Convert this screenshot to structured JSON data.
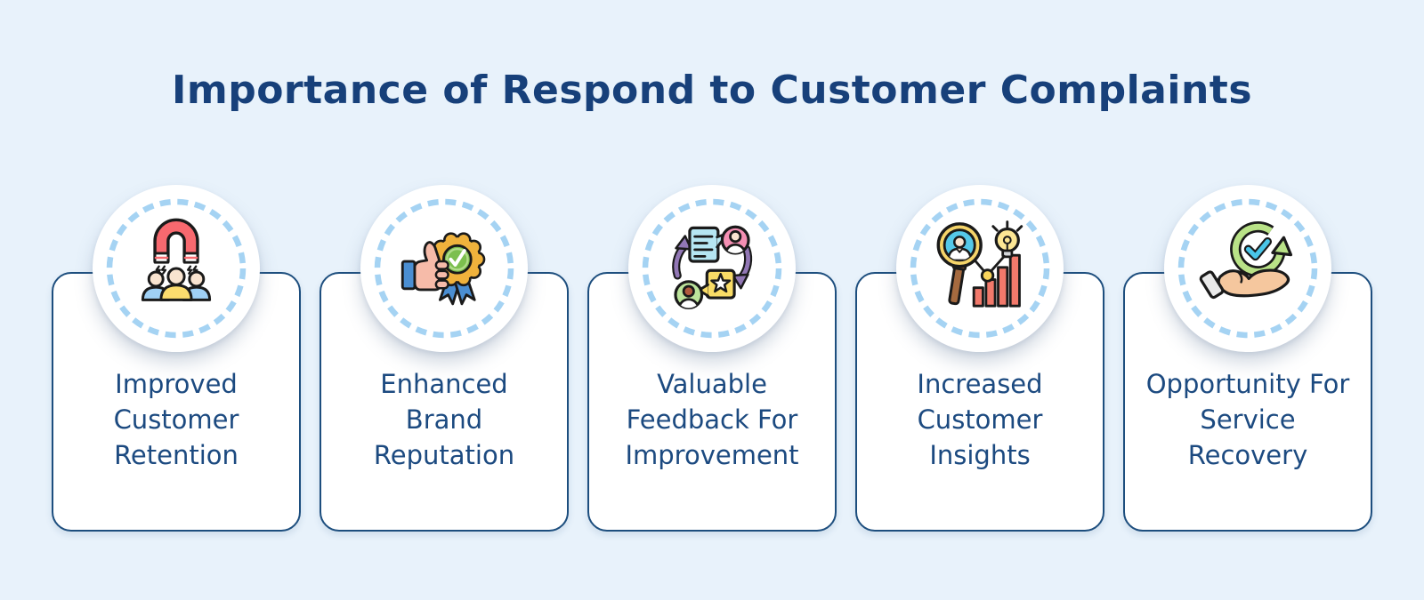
{
  "palette": {
    "page-bg": "#e8f2fb",
    "card-bg": "#ffffff",
    "card-border": "#1d4e7e",
    "badge-bg": "#ffffff",
    "ring-dash": "#a5d3f3",
    "title-color": "#17407a",
    "label-color": "#1c4a80"
  },
  "header": {
    "title": "Importance of Respond to Customer Complaints"
  },
  "cards": [
    {
      "label": "Improved Customer Retention",
      "lines": [
        "Improved",
        "Customer",
        "Retention"
      ],
      "icon": "customer-magnet-icon"
    },
    {
      "label": "Enhanced Brand Reputation",
      "lines": [
        "Enhanced",
        "Brand",
        "Reputation"
      ],
      "icon": "thumbs-up-award-badge-icon"
    },
    {
      "label": "Valuable Feedback For Improvement",
      "lines": [
        "Valuable",
        "Feedback For",
        "Improvement"
      ],
      "icon": "feedback-cycle-icon"
    },
    {
      "label": "Increased Customer Insights",
      "lines": [
        "Increased",
        "Customer",
        "Insights"
      ],
      "icon": "insights-analysis-icon"
    },
    {
      "label": "Opportunity For Service Recovery",
      "lines": [
        "Opportunity For",
        "Service",
        "Recovery"
      ],
      "icon": "hand-refresh-check-icon"
    }
  ]
}
